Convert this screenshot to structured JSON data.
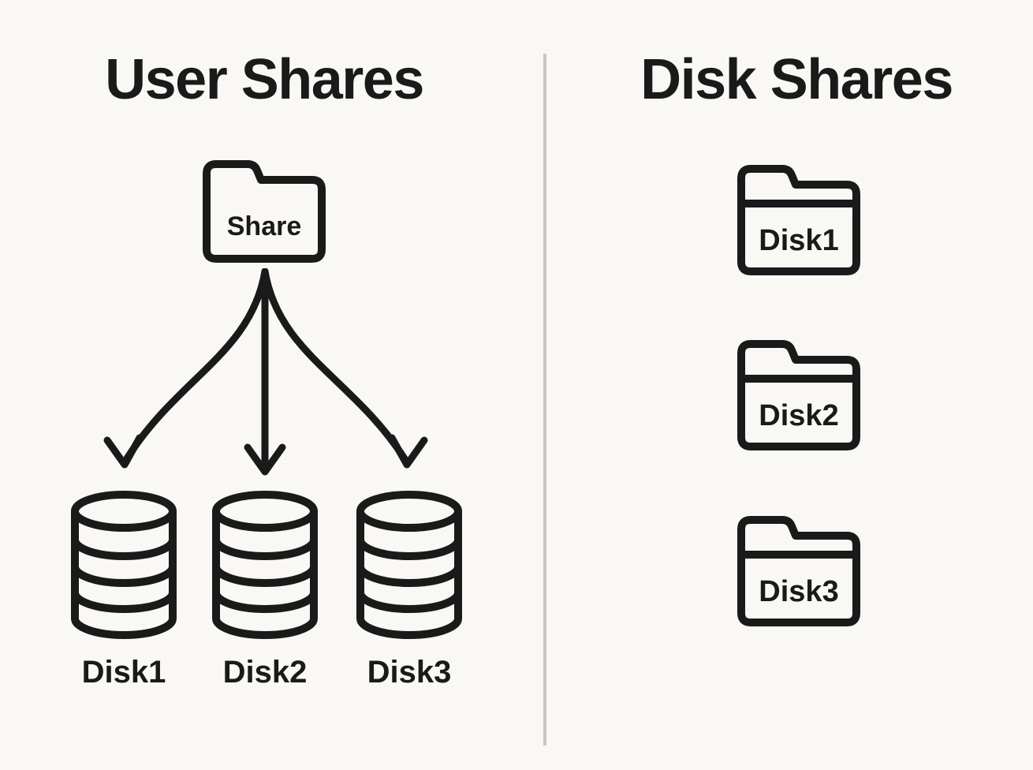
{
  "left_panel": {
    "title": "User Shares",
    "share_folder": {
      "label": "Share"
    },
    "disks": [
      "Disk1",
      "Disk2",
      "Disk3"
    ]
  },
  "right_panel": {
    "title": "Disk Shares",
    "folders": [
      "Disk1",
      "Disk2",
      "Disk3"
    ]
  },
  "icons": {
    "share_folder": "folder-icon",
    "disk": "database-cylinder-icon",
    "arrows": "fan-out-arrows-icon"
  },
  "colors": {
    "background": "#FAF8F5",
    "stroke": "#1A1A1A",
    "divider": "#C9C7C3"
  }
}
